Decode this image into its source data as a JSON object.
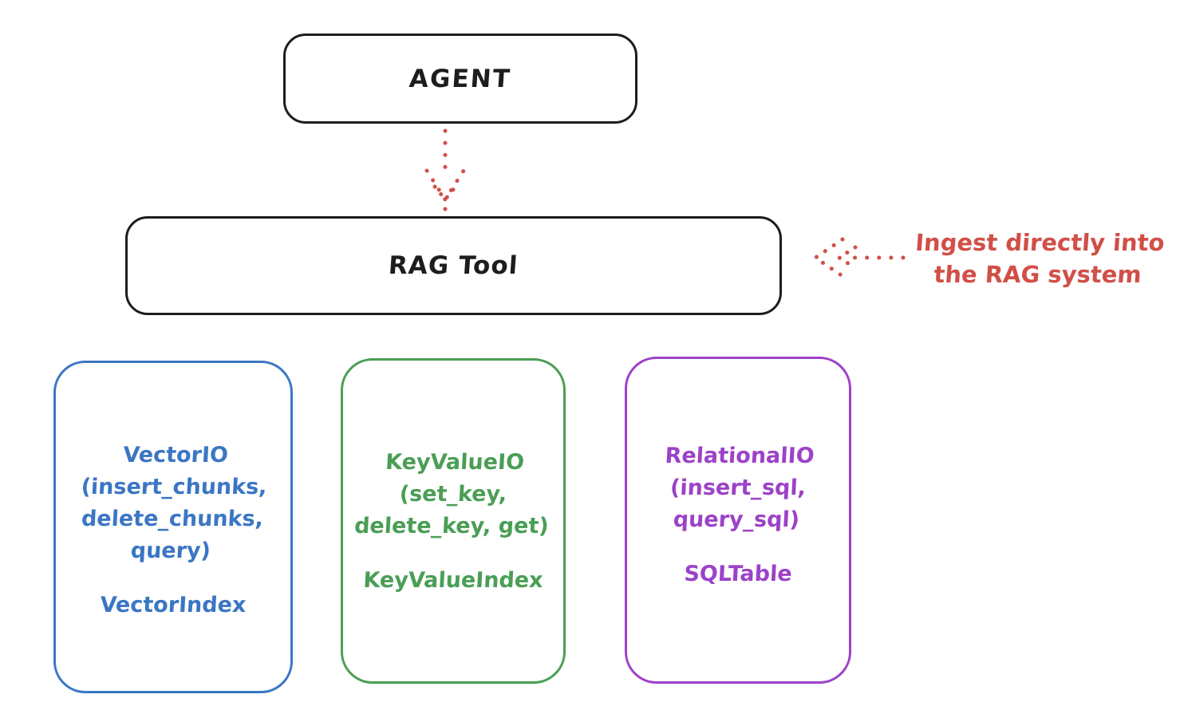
{
  "diagram": {
    "title_hint": "RAG Tool architecture sketch",
    "colors": {
      "stroke_black": "#1d1d1d",
      "annotation_red": "#d14f47",
      "vector_blue": "#3b76c4",
      "keyvalue_green": "#4a9e55",
      "relational_purple": "#9c42c8"
    },
    "agent_box": {
      "label": "AGENT"
    },
    "rag_tool_box": {
      "label": "RAG Tool"
    },
    "annotation": {
      "line1": "Ingest directly into",
      "line2": "the RAG system"
    },
    "arrows": [
      {
        "name": "agent-to-ragtool-arrow",
        "style": "dotted",
        "color": "#d14f47",
        "direction": "down"
      },
      {
        "name": "ingest-arrow",
        "style": "dotted",
        "color": "#d14f47",
        "direction": "left-into-rag-tool"
      }
    ],
    "io_boxes": [
      {
        "id": "vector",
        "color": "#3b76c4",
        "lines": [
          "VectorIO",
          "(insert_chunks,",
          "delete_chunks,",
          "query)"
        ],
        "index_label": "VectorIndex"
      },
      {
        "id": "keyvalue",
        "color": "#4a9e55",
        "lines": [
          "KeyValueIO",
          "(set_key,",
          "delete_key, get)"
        ],
        "index_label": "KeyValueIndex"
      },
      {
        "id": "relational",
        "color": "#9c42c8",
        "lines": [
          "RelationalIO",
          "(insert_sql,",
          "query_sql)"
        ],
        "index_label": "SQLTable"
      }
    ]
  }
}
